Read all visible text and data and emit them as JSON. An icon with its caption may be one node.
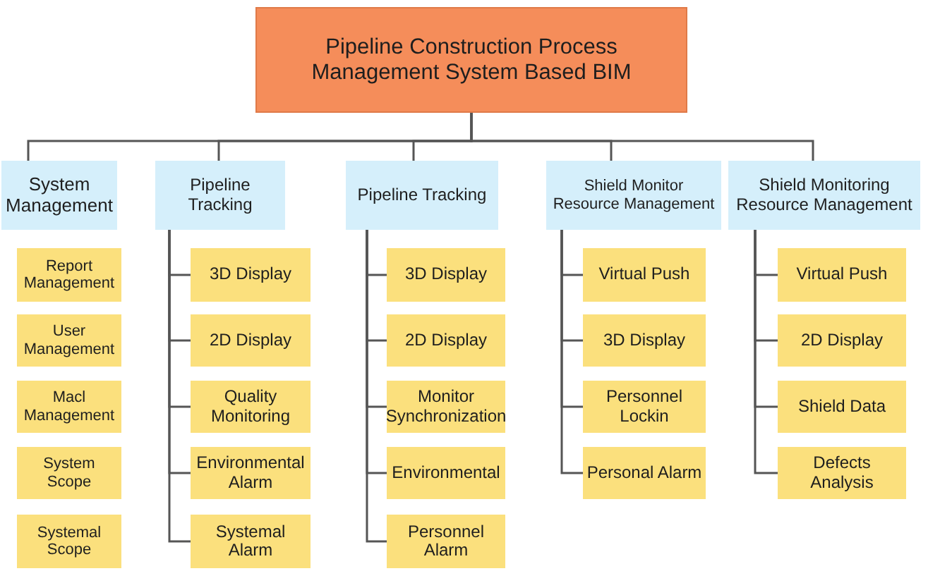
{
  "diagram": {
    "nodes": [
      {
        "text": [
          "Pipeline Construction Process Management System Based BIM"
        ]
      },
      {
        "text": [
          "System Management"
        ]
      },
      {
        "text": [
          "Report Management"
        ]
      },
      {
        "text": [
          "User Management"
        ]
      },
      {
        "text": [
          "Macl Management"
        ]
      },
      {
        "text": [
          "System Scope"
        ]
      },
      {
        "text": [
          "Systemal Scope"
        ]
      },
      {
        "text": [
          "Pipeline Tracking"
        ]
      },
      {
        "text": [
          "3D Display"
        ]
      },
      {
        "text": [
          "2D Display"
        ]
      },
      {
        "text": [
          "Quality Monitoring"
        ]
      },
      {
        "text": [
          "Environmental Alarm"
        ]
      },
      {
        "text": [
          "Systemal Alarm"
        ]
      },
      {
        "text": [
          "Pipeline Tracking"
        ]
      },
      {
        "text": [
          "3D Display"
        ]
      },
      {
        "text": [
          "2D Display"
        ]
      },
      {
        "text": [
          "Monitor Synchronization"
        ]
      },
      {
        "text": [
          "Environmental"
        ]
      },
      {
        "text": [
          "Personnel Alarm"
        ]
      },
      {
        "text": [
          "Shield Monitor Resource Management"
        ]
      },
      {
        "text": [
          "Virtual Push"
        ]
      },
      {
        "text": [
          "3D Display"
        ]
      },
      {
        "text": [
          "Personnel Lockin"
        ]
      },
      {
        "text": [
          "Personal Alarm"
        ]
      },
      {
        "text": [
          "Shield Monitoring Resource Management"
        ]
      },
      {
        "text": [
          "Virtual Push"
        ]
      },
      {
        "text": [
          "2D Display"
        ]
      },
      {
        "text": [
          "Shield Data"
        ]
      },
      {
        "text": [
          "Defects Analysis"
        ]
      }
    ],
    "edges": [
      {
        "from": 0,
        "to": 1,
        "arrow": "none"
      },
      {
        "from": 0,
        "to": 7,
        "arrow": "none"
      },
      {
        "from": 0,
        "to": 13,
        "arrow": "none"
      },
      {
        "from": 0,
        "to": 19,
        "arrow": "none"
      },
      {
        "from": 0,
        "to": 24,
        "arrow": "none"
      },
      {
        "from": 7,
        "to": 8,
        "arrow": "none"
      },
      {
        "from": 7,
        "to": 9,
        "arrow": "none"
      },
      {
        "from": 7,
        "to": 10,
        "arrow": "none"
      },
      {
        "from": 7,
        "to": 11,
        "arrow": "none"
      },
      {
        "from": 7,
        "to": 12,
        "arrow": "none"
      },
      {
        "from": 13,
        "to": 14,
        "arrow": "none"
      },
      {
        "from": 13,
        "to": 15,
        "arrow": "none"
      },
      {
        "from": 13,
        "to": 16,
        "arrow": "none"
      },
      {
        "from": 13,
        "to": 17,
        "arrow": "none"
      },
      {
        "from": 13,
        "to": 18,
        "arrow": "none"
      },
      {
        "from": 19,
        "to": 20,
        "arrow": "none"
      },
      {
        "from": 19,
        "to": 21,
        "arrow": "none"
      },
      {
        "from": 19,
        "to": 22,
        "arrow": "none"
      },
      {
        "from": 19,
        "to": 23,
        "arrow": "none"
      },
      {
        "from": 24,
        "to": 25,
        "arrow": "none"
      },
      {
        "from": 24,
        "to": 26,
        "arrow": "none"
      },
      {
        "from": 24,
        "to": 27,
        "arrow": "none"
      },
      {
        "from": 24,
        "to": 28,
        "arrow": "none"
      }
    ]
  }
}
